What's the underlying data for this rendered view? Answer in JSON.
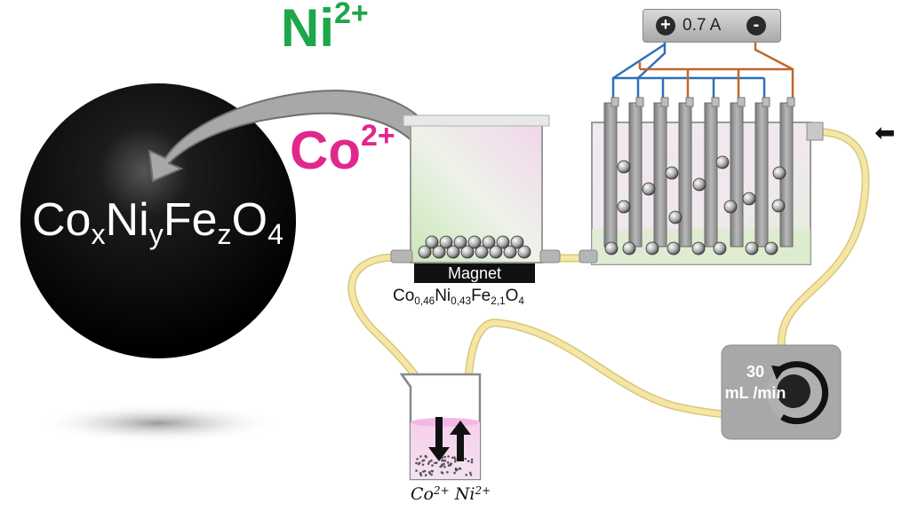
{
  "ions": {
    "ni_symbol": "Ni",
    "ni_charge": "2+",
    "co_symbol": "Co",
    "co_charge": "2+"
  },
  "particle_formula": {
    "el1": "Co",
    "s1": "x",
    "el2": "Ni",
    "s2": "y",
    "el3": "Fe",
    "s3": "z",
    "el4": "O",
    "s4": "4"
  },
  "magnet_label": "Magnet",
  "product_formula": {
    "el1": "Co",
    "s1": "0,46",
    "el2": "Ni",
    "s2": "0,43",
    "el3": "Fe",
    "s3": "2,1",
    "el4": "O",
    "s4": "4"
  },
  "ammeter": {
    "plus": "+",
    "minus": "-",
    "value": "0.7 A"
  },
  "pump": {
    "rate_value": "30",
    "rate_unit": "mL /min"
  },
  "beaker_ions": {
    "co": "Co",
    "co_charge": "2+",
    "ni": "Ni",
    "ni_charge": "2+"
  },
  "colors": {
    "ni_green": "#1ea64a",
    "co_pink": "#e0288c",
    "tube_yellow": "#f3e29a",
    "wire_blue": "#2e6fb8",
    "wire_orange": "#c0672a"
  }
}
